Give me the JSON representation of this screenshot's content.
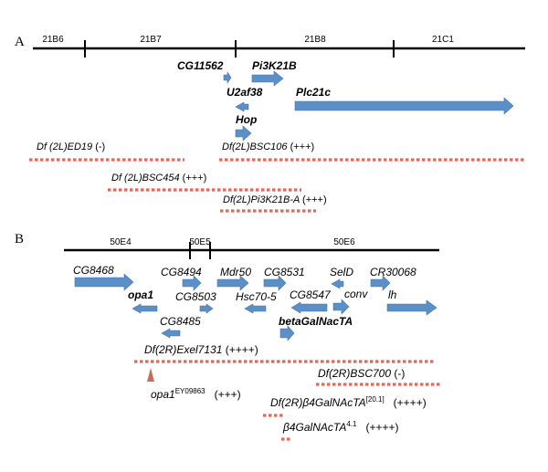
{
  "panel_a": {
    "label": "A",
    "bands": [
      "21B6",
      "21B7",
      "21B8",
      "21C1"
    ],
    "genes": {
      "cg11562": "CG11562",
      "pi3k21b": "Pi3K21B",
      "u2af38": "U2af38",
      "plc21c": "Plc21c",
      "hop": "Hop"
    },
    "deficiencies": {
      "ed19": {
        "name": "Df (2L)ED19",
        "result": "(-)"
      },
      "bsc106": {
        "name": "Df(2L)BSC106",
        "result": "(+++)"
      },
      "bsc454": {
        "name": "Df (2L)BSC454",
        "result": "(+++)"
      },
      "pi3k21b_a": {
        "name": "Df(2L)Pi3K21B-A",
        "result": "(+++)"
      }
    }
  },
  "panel_b": {
    "label": "B",
    "bands": [
      "50E4",
      "50E5",
      "50E6"
    ],
    "genes": {
      "cg8468": "CG8468",
      "cg8494": "CG8494",
      "mdr50": "Mdr50",
      "cg8531": "CG8531",
      "seld": "SelD",
      "cr30068": "CR30068",
      "opa1": "opa1",
      "cg8503": "CG8503",
      "hsc70_5": "Hsc70-5",
      "cg8547": "CG8547",
      "conv": "conv",
      "lh": "lh",
      "cg8485": "CG8485",
      "betagalnacta": "betaGalNacTA"
    },
    "deficiencies": {
      "exel7131": {
        "name": "Df(2R)Exel7131",
        "result": "(++++)"
      },
      "opa1_ey": {
        "name": "opa1",
        "superscript": "EY09863",
        "result": "(+++)"
      },
      "bsc700": {
        "name": "Df(2R)BSC700",
        "result": "(-)"
      },
      "b4galnacta_20": {
        "name": "Df(2R)β4GalNAcTA",
        "superscript": "[20.1]",
        "result": "(++++)"
      },
      "b4galnacta_41": {
        "name": "β4GalNAcTA",
        "superscript": "4.1",
        "result": "(++++)"
      }
    }
  }
}
